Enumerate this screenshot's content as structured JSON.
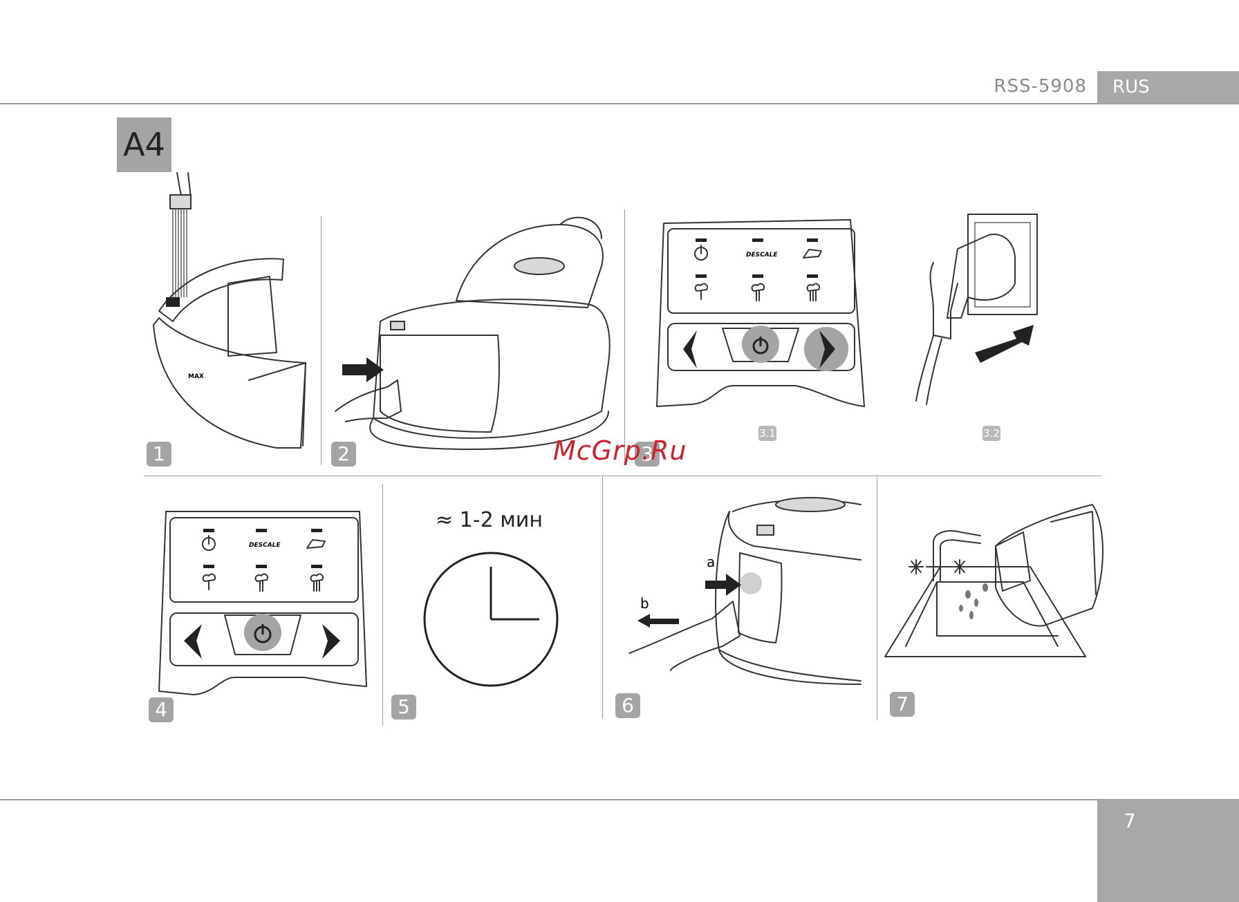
{
  "header": {
    "model": "RSS-5908",
    "language": "RUS"
  },
  "section": {
    "label": "A4"
  },
  "steps": [
    {
      "label": "1"
    },
    {
      "label": "2"
    },
    {
      "label": "3"
    },
    {
      "label": "4"
    },
    {
      "label": "5"
    },
    {
      "label": "6"
    },
    {
      "label": "7"
    }
  ],
  "substeps": [
    {
      "label": "3.1"
    },
    {
      "label": "3.2"
    }
  ],
  "panel": {
    "descale_label": "DESCALE"
  },
  "tank": {
    "max_label": "MAX"
  },
  "step5": {
    "time_text": "≈ 1-2 мин"
  },
  "step6": {
    "label_a": "a",
    "label_b": "b"
  },
  "watermark": "McGrp.Ru",
  "footer": {
    "page_number": "7"
  },
  "icons": [
    "power-icon",
    "descale-icon",
    "steam-icon",
    "clock-icon",
    "arrow-left-icon",
    "arrow-right-icon",
    "plug-icon",
    "faucet-icon"
  ]
}
